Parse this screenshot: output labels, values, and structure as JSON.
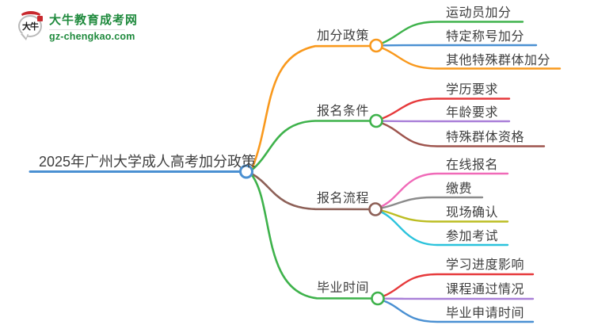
{
  "logo": {
    "icon_text": "大牛",
    "title": "大牛教育成考网",
    "url": "gz-chengkao.com"
  },
  "colors": {
    "brand_green": "#1f8a3d",
    "logo_red": "#c8292e",
    "map_text": "#3e3e3e"
  },
  "mindmap": {
    "root": {
      "label": "2025年广州大学成人高考加分政策",
      "color": "#4a90d2"
    },
    "branches": [
      {
        "label": "加分政策",
        "color": "#f9991d",
        "children": [
          {
            "label": "运动员加分",
            "color": "#3eb24b"
          },
          {
            "label": "特定称号加分",
            "color": "#4a90d2"
          },
          {
            "label": "其他特殊群体加分",
            "color": "#f9991d"
          }
        ]
      },
      {
        "label": "报名条件",
        "color": "#3eb24b",
        "children": [
          {
            "label": "学历要求",
            "color": "#e6393b"
          },
          {
            "label": "年龄要求",
            "color": "#a97fd8"
          },
          {
            "label": "特殊群体资格",
            "color": "#9e544d"
          }
        ]
      },
      {
        "label": "报名流程",
        "color": "#8d6057",
        "children": [
          {
            "label": "在线报名",
            "color": "#f06ab8"
          },
          {
            "label": "缴费",
            "color": "#8b8b8b"
          },
          {
            "label": "现场确认",
            "color": "#bcbd22"
          },
          {
            "label": "参加考试",
            "color": "#2bc3dc"
          }
        ]
      },
      {
        "label": "毕业时间",
        "color": "#3eb24b",
        "children": [
          {
            "label": "学习进度影响",
            "color": "#e6393b"
          },
          {
            "label": "课程通过情况",
            "color": "#a97fd8"
          },
          {
            "label": "毕业申请时间",
            "color": "#4a90d2"
          }
        ]
      }
    ]
  }
}
